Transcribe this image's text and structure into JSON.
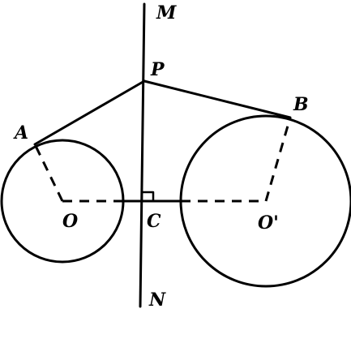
{
  "diagram": {
    "points": {
      "M": "M",
      "P": "P",
      "A": "A",
      "B": "B",
      "O": "O",
      "C": "C",
      "O_prime": "O'",
      "N": "N"
    },
    "colors": {
      "stroke": "#000000",
      "background": "#ffffff"
    }
  }
}
